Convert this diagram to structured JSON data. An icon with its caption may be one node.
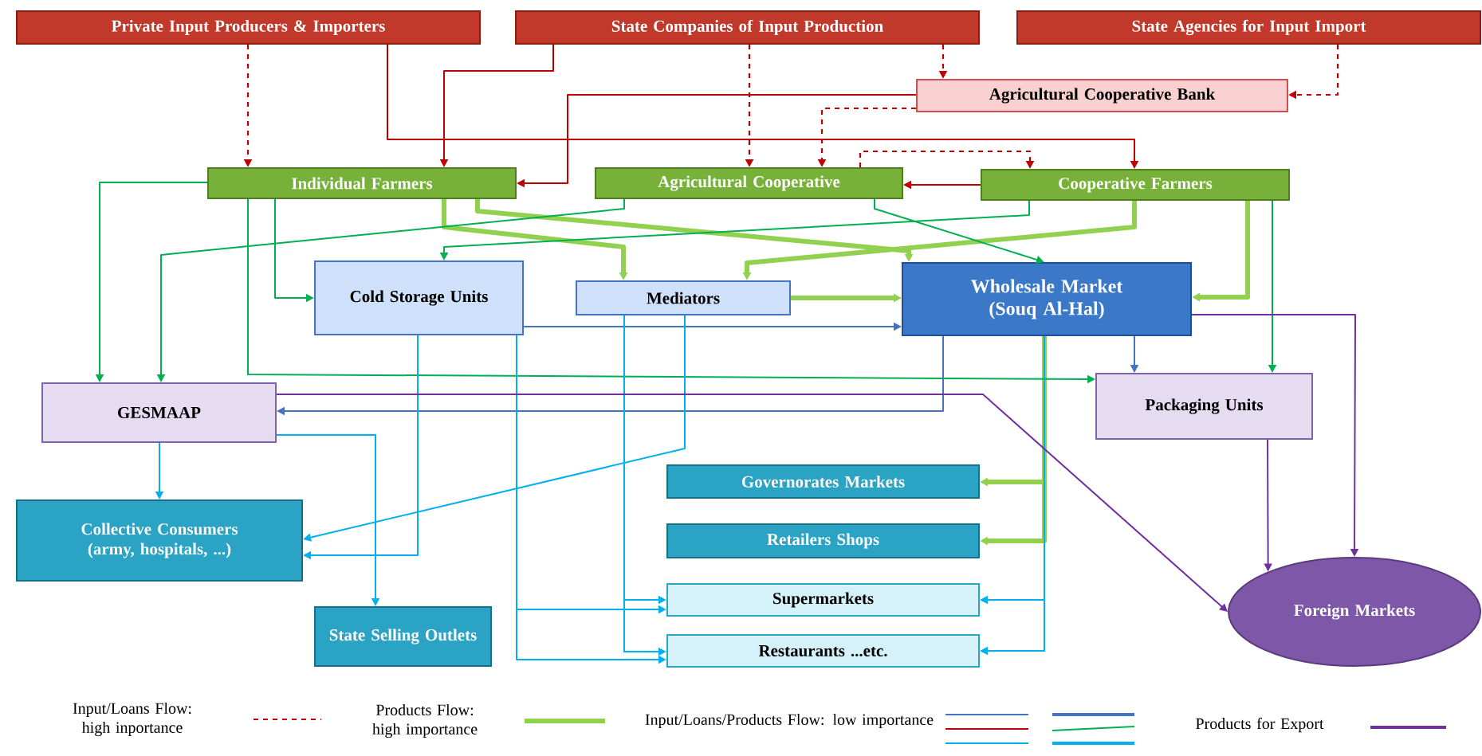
{
  "diagram": {
    "nodes": [
      {
        "text": [
          "Private Input Producers & Importers"
        ]
      },
      {
        "text": [
          "State Companies of Input Production"
        ]
      },
      {
        "text": [
          "State Agencies for Input Import"
        ]
      },
      {
        "text": [
          "Agricultural Cooperative Bank"
        ]
      },
      {
        "text": [
          "Individual Farmers"
        ]
      },
      {
        "text": [
          "Agricultural Cooperative"
        ]
      },
      {
        "text": [
          "Cooperative Farmers"
        ]
      },
      {
        "text": [
          "Cold Storage Units"
        ]
      },
      {
        "text": [
          "Mediators"
        ]
      },
      {
        "text": [
          "Wholesale Market (Souq Al-Hal)"
        ]
      },
      {
        "text": [
          "GESMAAP"
        ]
      },
      {
        "text": [
          "Packaging Units"
        ]
      },
      {
        "text": [
          "Governorates Markets"
        ]
      },
      {
        "text": [
          "Retailers Shops"
        ]
      },
      {
        "text": [
          "Collective Consumers (army, hospitals, ...)"
        ]
      },
      {
        "text": [
          "Supermarkets"
        ]
      },
      {
        "text": [
          "State Selling Outlets"
        ]
      },
      {
        "text": [
          "Restaurants ...etc."
        ]
      },
      {
        "text": [
          "Foreign Markets"
        ]
      }
    ],
    "edges": [
      {
        "from": 0,
        "to": 4,
        "arrow": "to",
        "style": "dashed",
        "color": "#c00000"
      },
      {
        "from": 1,
        "to": 5,
        "arrow": "to",
        "style": "dashed",
        "color": "#c00000"
      },
      {
        "from": 1,
        "to": 3,
        "arrow": "to",
        "style": "dashed",
        "color": "#c00000"
      },
      {
        "from": 2,
        "to": 3,
        "arrow": "to",
        "style": "dashed",
        "color": "#c00000"
      },
      {
        "from": 3,
        "to": 5,
        "arrow": "to",
        "style": "dashed",
        "color": "#c00000"
      },
      {
        "from": 5,
        "to": 6,
        "arrow": "to",
        "style": "dashed",
        "color": "#c00000"
      },
      {
        "from": 0,
        "to": 6,
        "arrow": "to",
        "color": "#c00000"
      },
      {
        "from": 1,
        "to": 4,
        "arrow": "to",
        "color": "#c00000"
      },
      {
        "from": 3,
        "to": 4,
        "arrow": "to",
        "color": "#c00000"
      },
      {
        "from": 6,
        "to": 5,
        "arrow": "to",
        "color": "#c00000"
      },
      {
        "from": 4,
        "to": 8,
        "arrow": "to",
        "style": "thick",
        "color": "#92d050"
      },
      {
        "from": 4,
        "to": 9,
        "arrow": "to",
        "style": "thick",
        "color": "#92d050"
      },
      {
        "from": 6,
        "to": 8,
        "arrow": "to",
        "style": "thick",
        "color": "#92d050"
      },
      {
        "from": 6,
        "to": 9,
        "arrow": "to",
        "style": "thick",
        "color": "#92d050"
      },
      {
        "from": 8,
        "to": 9,
        "arrow": "to",
        "style": "thick",
        "color": "#92d050"
      },
      {
        "from": 9,
        "to": 12,
        "arrow": "to",
        "style": "thick",
        "color": "#92d050"
      },
      {
        "from": 9,
        "to": 13,
        "arrow": "to",
        "style": "thick",
        "color": "#92d050"
      },
      {
        "from": 4,
        "to": 10,
        "arrow": "to",
        "color": "#00b050"
      },
      {
        "from": 4,
        "to": 7,
        "arrow": "to",
        "color": "#00b050"
      },
      {
        "from": 4,
        "to": 11,
        "arrow": "to",
        "color": "#00b050"
      },
      {
        "from": 5,
        "to": 10,
        "arrow": "to",
        "color": "#00b050"
      },
      {
        "from": 6,
        "to": 7,
        "arrow": "to",
        "color": "#00b050"
      },
      {
        "from": 5,
        "to": 9,
        "arrow": "to",
        "color": "#00b050"
      },
      {
        "from": 6,
        "to": 11,
        "arrow": "to",
        "color": "#00b050"
      },
      {
        "from": 7,
        "to": 9,
        "arrow": "to",
        "color": "#4472c4"
      },
      {
        "from": 9,
        "to": 10,
        "arrow": "to",
        "color": "#4472c4"
      },
      {
        "from": 9,
        "to": 11,
        "arrow": "to",
        "color": "#4472c4"
      },
      {
        "from": 10,
        "to": 14,
        "arrow": "to",
        "color": "#00b0f0"
      },
      {
        "from": 10,
        "to": 16,
        "arrow": "to",
        "color": "#00b0f0"
      },
      {
        "from": 7,
        "to": 14,
        "arrow": "to",
        "color": "#00b0f0"
      },
      {
        "from": 8,
        "to": 14,
        "arrow": "to",
        "color": "#00b0f0"
      },
      {
        "from": 7,
        "to": 15,
        "arrow": "to",
        "color": "#00b0f0"
      },
      {
        "from": 7,
        "to": 17,
        "arrow": "to",
        "color": "#00b0f0"
      },
      {
        "from": 8,
        "to": 15,
        "arrow": "to",
        "color": "#00b0f0"
      },
      {
        "from": 8,
        "to": 17,
        "arrow": "to",
        "color": "#00b0f0"
      },
      {
        "from": 9,
        "to": 15,
        "arrow": "to",
        "color": "#00b0f0"
      },
      {
        "from": 9,
        "to": 17,
        "arrow": "to",
        "color": "#00b0f0"
      },
      {
        "from": 9,
        "to": 18,
        "arrow": "to",
        "color": "#7030a0"
      },
      {
        "from": 11,
        "to": 18,
        "arrow": "to",
        "color": "#7030a0"
      },
      {
        "from": 10,
        "to": 18,
        "arrow": "to",
        "color": "#7030a0"
      }
    ],
    "legend": [
      {
        "text": "Input/Loans Flow: high inportance"
      },
      {
        "text": "Products Flow: high importance"
      },
      {
        "text": "Input/Loans/Products Flow: low importance"
      },
      {
        "text": "Products for Export"
      }
    ]
  }
}
